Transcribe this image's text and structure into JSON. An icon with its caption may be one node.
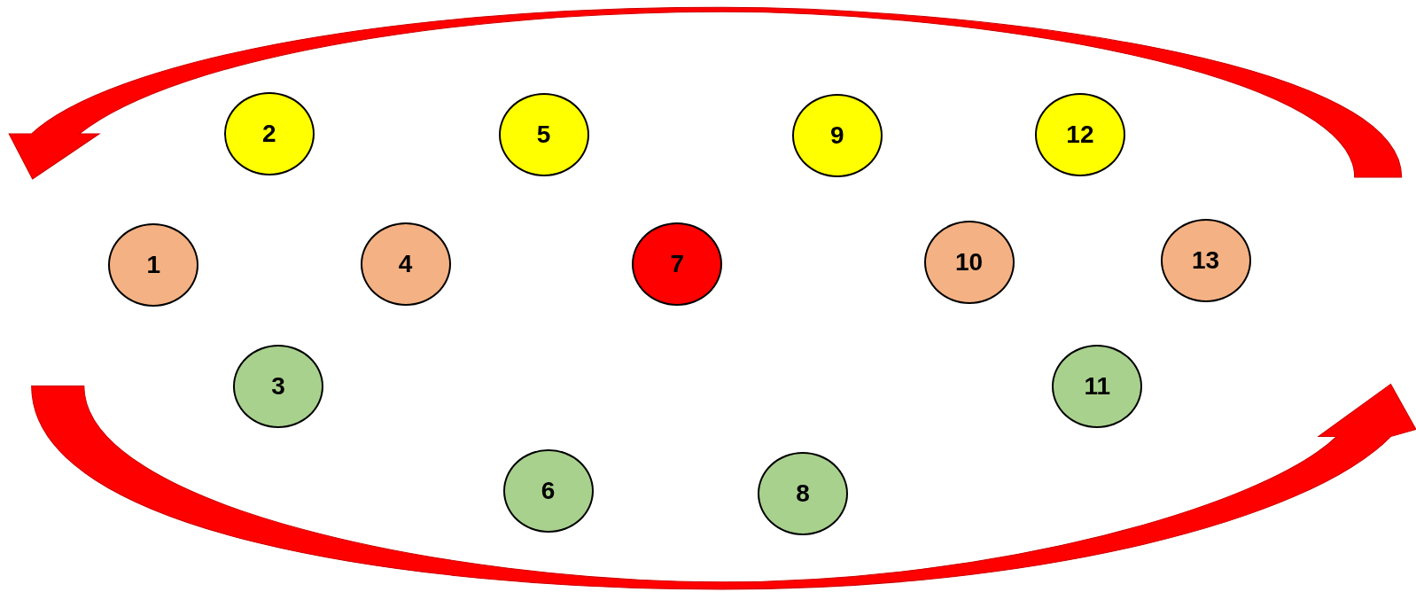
{
  "diagram": {
    "nodes": [
      {
        "text": [
          "1"
        ]
      },
      {
        "text": [
          "2"
        ]
      },
      {
        "text": [
          "3"
        ]
      },
      {
        "text": [
          "4"
        ]
      },
      {
        "text": [
          "5"
        ]
      },
      {
        "text": [
          "6"
        ]
      },
      {
        "text": [
          "7"
        ]
      },
      {
        "text": [
          "8"
        ]
      },
      {
        "text": [
          "9"
        ]
      },
      {
        "text": [
          "10"
        ]
      },
      {
        "text": [
          "11"
        ]
      },
      {
        "text": [
          "12"
        ]
      },
      {
        "text": [
          "13"
        ]
      }
    ]
  }
}
